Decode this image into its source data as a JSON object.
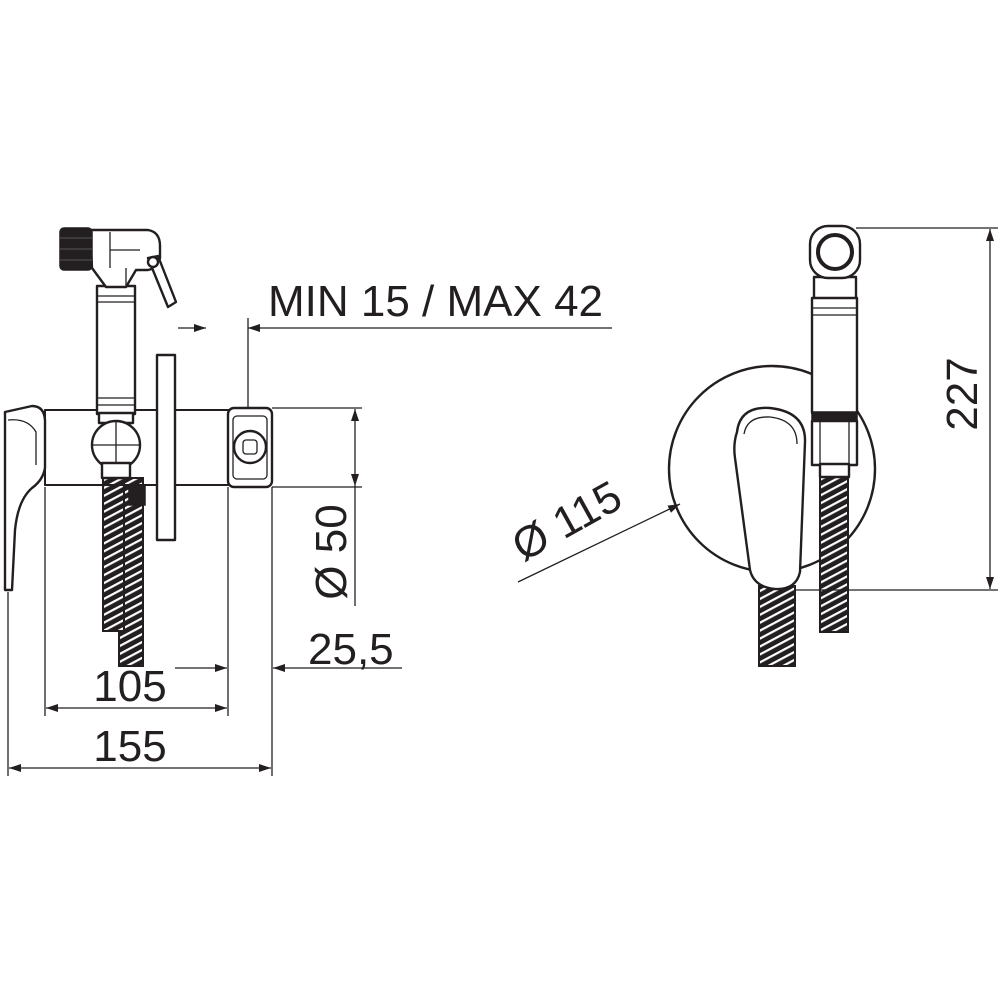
{
  "colors": {
    "line": "#231f20",
    "background": "#ffffff"
  },
  "side_view": {
    "wall_thickness_label": "MIN 15 / MAX 42",
    "connector_diameter_label": "Ø 50",
    "connector_offset_label": "25,5",
    "body_length_label": "105",
    "overall_length_label": "155"
  },
  "front_view": {
    "flange_diameter_label": "Ø 115",
    "overall_height_label": "227"
  }
}
